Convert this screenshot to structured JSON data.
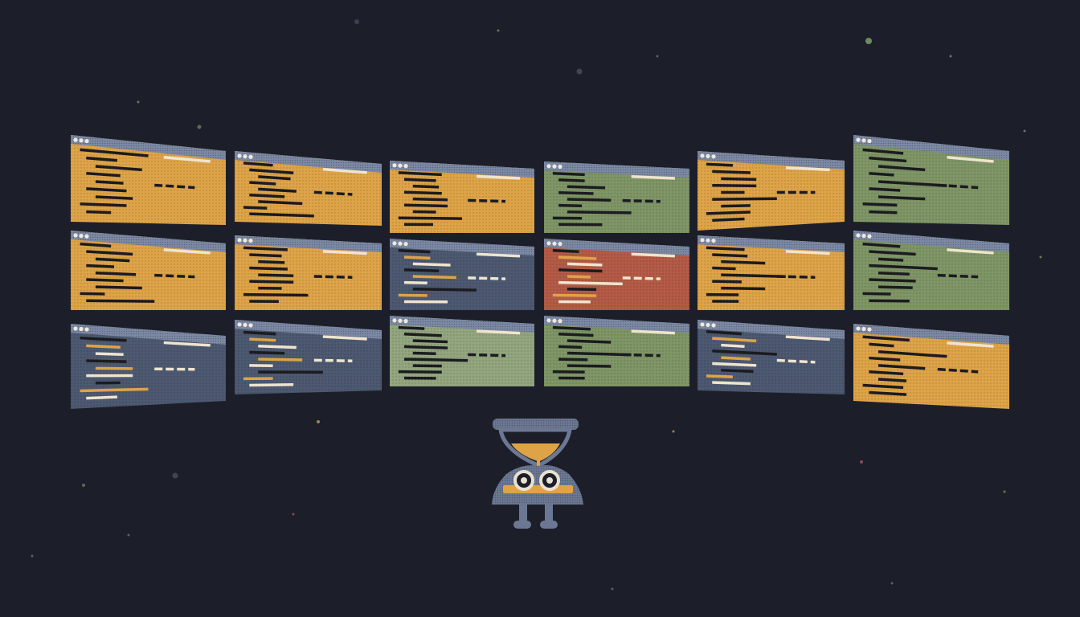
{
  "colors": {
    "background": "#1c1f29",
    "orange": "#dea347",
    "green": "#7e9565",
    "sage": "#93a57e",
    "slate": "#4c5870",
    "red": "#b35a46",
    "titlebar": "#7d8aa6",
    "code_dark": "#1b1b20",
    "code_light": "#efe4cf",
    "code_orange": "#dea347",
    "mascot_body": "#6c7893",
    "mascot_sand": "#dea347"
  },
  "windows": {
    "columns": 6,
    "rows": 3,
    "grid": [
      [
        "orange",
        "orange",
        "orange",
        "green",
        "orange",
        "green"
      ],
      [
        "orange",
        "orange",
        "slate",
        "red",
        "orange",
        "green"
      ],
      [
        "slate",
        "slate",
        "sage",
        "green",
        "slate",
        "orange"
      ]
    ],
    "titlebar_icons": [
      "window-dot-icon",
      "window-dot-icon",
      "window-dot-icon"
    ]
  },
  "mascot": {
    "icon": "hourglass-robot-icon",
    "sand_level": 0.5
  }
}
